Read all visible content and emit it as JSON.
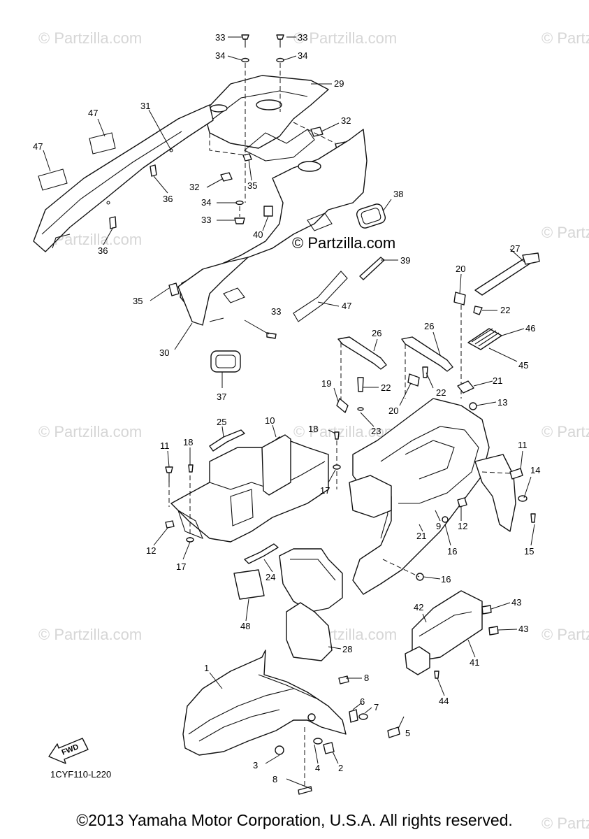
{
  "watermark_text": "© Partzilla.com",
  "center_watermark": "© Partzilla.com",
  "diagram_code": "1CYF110-L220",
  "fwd_label": "FWD",
  "copyright": "©2013 Yamaha Motor Corporation, U.S.A. All rights reserved.",
  "callouts": {
    "c33a": "33",
    "c33b": "33",
    "c34a": "34",
    "c34b": "34",
    "c29": "29",
    "c31": "31",
    "c47a": "47",
    "c47b": "47",
    "c32a": "32",
    "c32b": "32",
    "c35a": "35",
    "c36a": "36",
    "c36b": "36",
    "c34c": "34",
    "c33c": "33",
    "c40": "40",
    "c38": "38",
    "c39": "39",
    "c27": "27",
    "c20a": "20",
    "c22a": "22",
    "c46": "46",
    "c45": "45",
    "c35b": "35",
    "c47c": "47",
    "c33d": "33",
    "c30": "30",
    "c37": "37",
    "c26a": "26",
    "c26b": "26",
    "c19": "19",
    "c22b": "22",
    "c22c": "22",
    "c20b": "20",
    "c21a": "21",
    "c13": "13",
    "c23": "23",
    "c25": "25",
    "c10": "10",
    "c18a": "18",
    "c18b": "18",
    "c11a": "11",
    "c11b": "11",
    "c17a": "17",
    "c17b": "17",
    "c14": "14",
    "c12a": "12",
    "c12b": "12",
    "c21b": "21",
    "c9": "9",
    "c16a": "16",
    "c16b": "16",
    "c15": "15",
    "c24": "24",
    "c48": "48",
    "c28": "28",
    "c42": "42",
    "c43a": "43",
    "c43b": "43",
    "c41": "41",
    "c44": "44",
    "c1": "1",
    "c8a": "8",
    "c8b": "8",
    "c6": "6",
    "c7": "7",
    "c5": "5",
    "c3": "3",
    "c4": "4",
    "c2": "2"
  }
}
